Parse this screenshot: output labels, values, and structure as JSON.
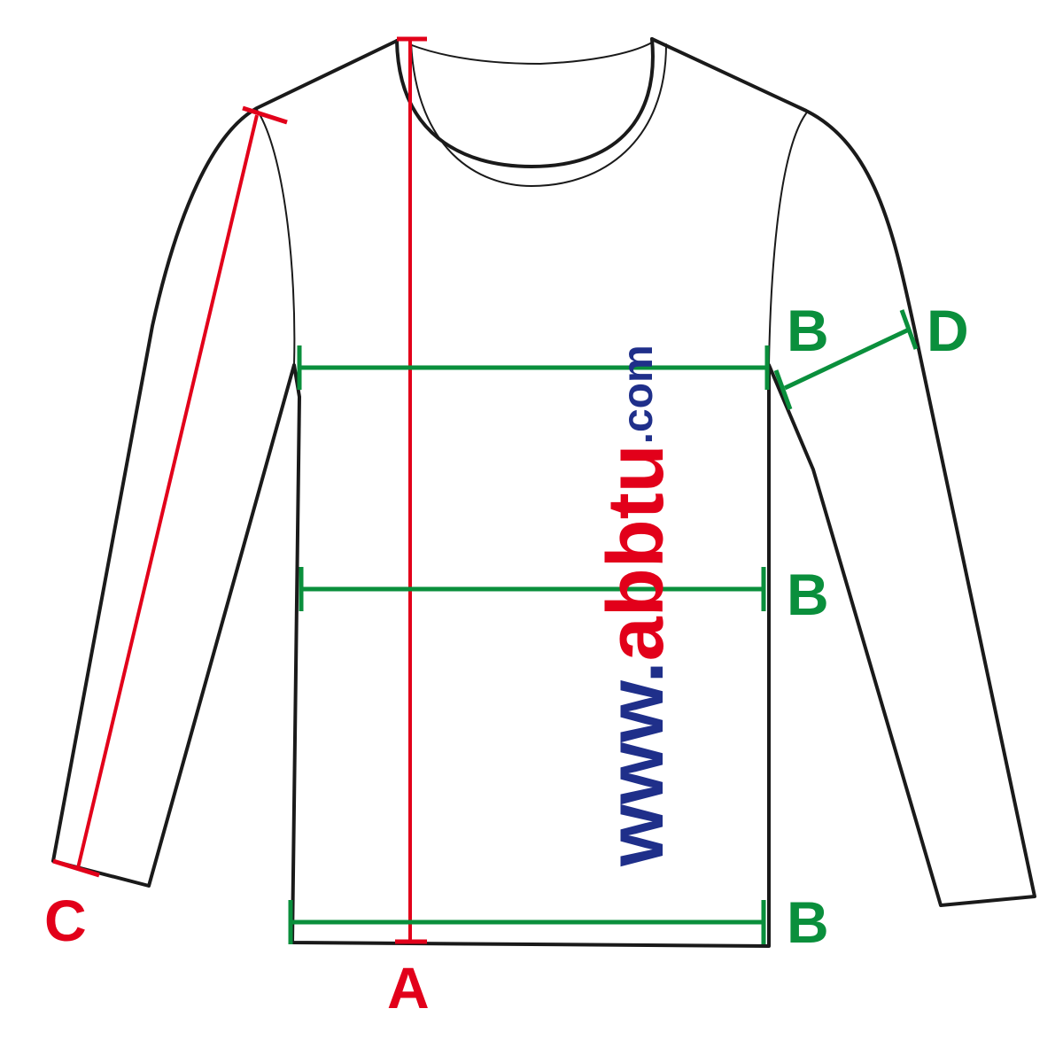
{
  "colors": {
    "outline": "#1a1a1a",
    "length_marker": "#e2001a",
    "width_marker": "#0a8f3c",
    "watermark_blue": "#1f2f8a",
    "watermark_red": "#e2001a"
  },
  "labels": {
    "body_length": "A",
    "chest_width": "B",
    "waist_width": "B",
    "hem_width": "B",
    "sleeve_length": "C",
    "sleeve_opening": "D"
  },
  "watermark": {
    "prefix": "www.",
    "name": "abbtu",
    "suffix": ".com"
  }
}
